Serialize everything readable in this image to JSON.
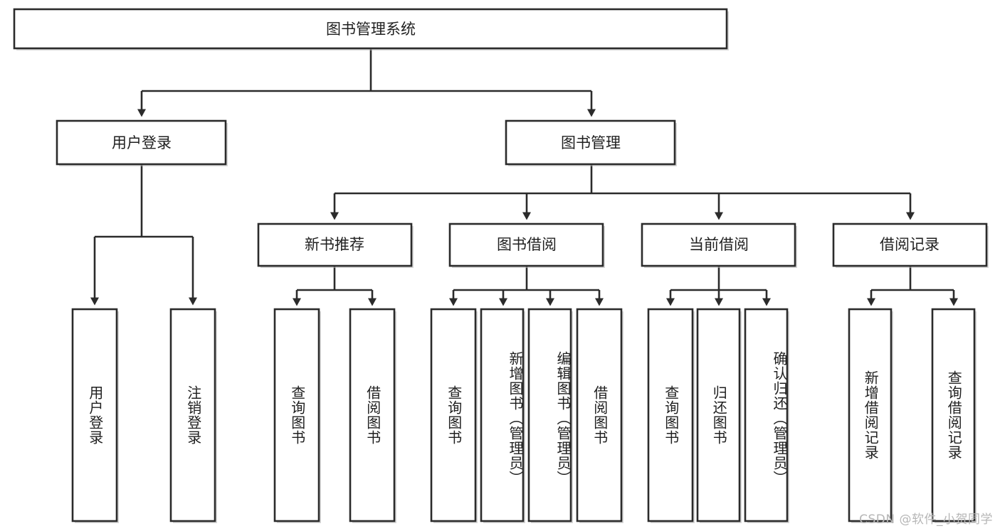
{
  "diagram": {
    "type": "tree",
    "title": "图书管理系统",
    "orientation": "top-down",
    "colors": {
      "box_stroke": "#2b2b2b",
      "box_fill": "#ffffff",
      "text": "#1f1f1f",
      "background": "#ffffff",
      "watermark": "#b6b6b6"
    },
    "root": {
      "label": "图书管理系统"
    },
    "level2": [
      {
        "label": "用户登录"
      },
      {
        "label": "图书管理"
      }
    ],
    "level3": [
      {
        "label": "新书推荐"
      },
      {
        "label": "图书借阅"
      },
      {
        "label": "当前借阅"
      },
      {
        "label": "借阅记录"
      }
    ],
    "leaves": {
      "user_login": [
        {
          "label": "用户登录"
        },
        {
          "label": "注销登录"
        }
      ],
      "new_book_recommend": [
        {
          "label": "查询图书"
        },
        {
          "label": "借阅图书"
        }
      ],
      "book_borrow": [
        {
          "label": "查询图书"
        },
        {
          "label": "新增图书（管理员）"
        },
        {
          "label": "编辑图书（管理员）"
        },
        {
          "label": "借阅图书"
        }
      ],
      "current_borrow": [
        {
          "label": "查询图书"
        },
        {
          "label": "归还图书"
        },
        {
          "label": "确认归还（管理员）"
        }
      ],
      "borrow_record": [
        {
          "label": "新增借阅记录"
        },
        {
          "label": "查询借阅记录"
        }
      ]
    }
  },
  "watermark": {
    "text": "CSDN @软件_小贺同学"
  }
}
